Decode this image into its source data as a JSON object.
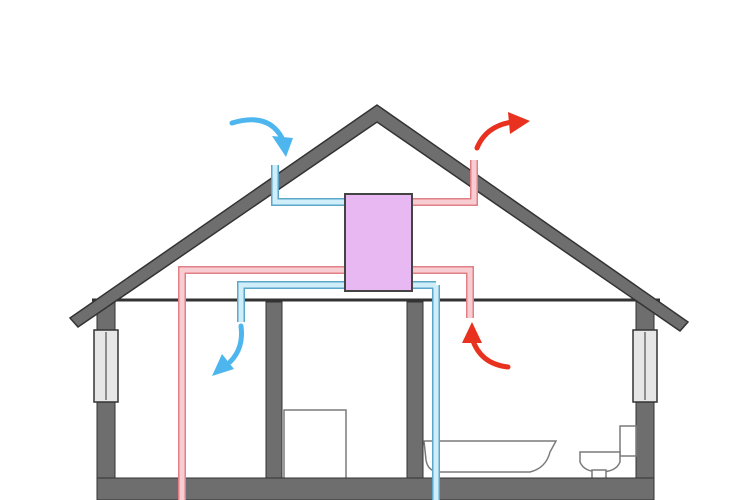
{
  "colors": {
    "background": "#ffffff",
    "structure_fill": "#6e6e6e",
    "structure_outline": "#333333",
    "window_fill": "#e6e6e6",
    "fresh_air_duct_outline": "#5aa7c9",
    "fresh_air_duct_fill": "#cfeefa",
    "exhaust_air_duct_outline": "#e07f85",
    "exhaust_air_duct_fill": "#f7cdd2",
    "heat_recovery_unit_fill": "#e7b8f2",
    "heat_recovery_unit_outline": "#444444",
    "fresh_air_arrow": "#4eb6ef",
    "exhaust_air_arrow": "#e8321f",
    "fixture_outline": "#7a7a7a"
  },
  "icons": {
    "arrows": [
      "fresh-air-intake-arrow",
      "exhaust-outlet-arrow",
      "supply-air-arrow",
      "extract-air-arrow"
    ],
    "fixtures": [
      "bathtub-icon",
      "toilet-icon",
      "door-icon"
    ]
  }
}
